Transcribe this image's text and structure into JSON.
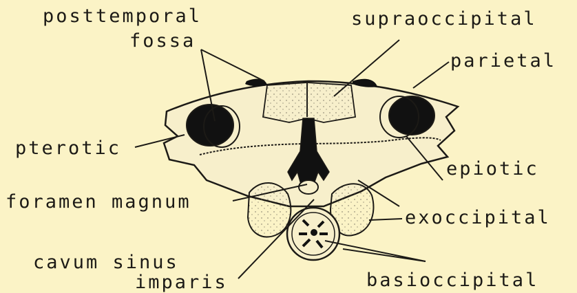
{
  "labels": {
    "posttemporal": "posttemporal",
    "fossa": "fossa",
    "supraoccipital": "supraoccipital",
    "parietal": "parietal",
    "pterotic": "pterotic",
    "epiotic": "epiotic",
    "foramen_magnum": "foramen magnum",
    "exoccipital": "exoccipital",
    "cavum_sinus": "cavum sinus",
    "imparis": "imparis",
    "basioccipital": "basioccipital"
  },
  "colors": {
    "background": "#fbf3c6",
    "bone_fill": "#f7efcb",
    "ink": "#1c1a16"
  }
}
